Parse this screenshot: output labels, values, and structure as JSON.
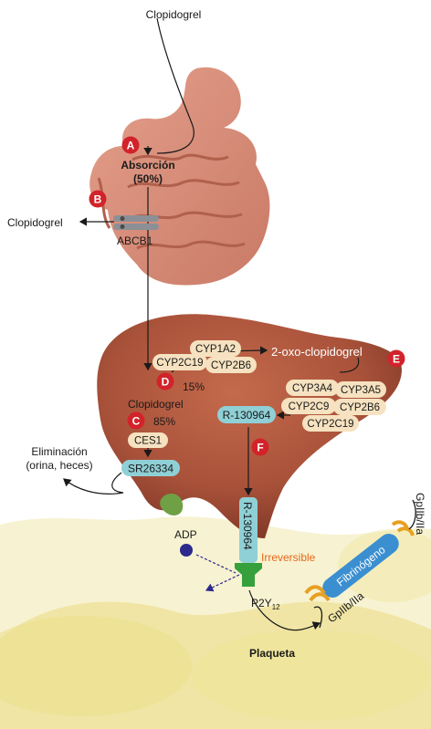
{
  "top_label": "Clopidogrel",
  "steps": {
    "a": "A",
    "b": "B",
    "c": "C",
    "d": "D",
    "e": "E",
    "f": "F"
  },
  "absorption": {
    "line1": "Absorción",
    "line2": "(50%)"
  },
  "efflux": {
    "drug": "Clopidogrel",
    "transporter": "ABCB1"
  },
  "liver": {
    "path_d_enzymes": [
      "CYP1A2",
      "CYP2C19",
      "CYP2B6"
    ],
    "path_d_percent": "15%",
    "intermediate": "2-oxo-clopidogrel",
    "path_e_enzymes": [
      "CYP3A4",
      "CYP3A5",
      "CYP2C9",
      "CYP2B6",
      "CYP2C19"
    ],
    "active_metabolite": "R-130964",
    "drug": "Clopidogrel",
    "path_c_percent": "85%",
    "esterase": "CES1",
    "inactive_metabolite": "SR26334"
  },
  "elimination": {
    "line1": "Eliminación",
    "line2": "(orina, heces)"
  },
  "platelet": {
    "receptor_ligand": "R-130964",
    "adp": "ADP",
    "irreversible": "Irreversible",
    "receptor_base": "P2Y",
    "receptor_sub": "12",
    "fibrinogen": "Fibrinógeno",
    "gp_right": "GpIIb/IIa",
    "gp_bottom": "GpIIb/IIa",
    "cell": "Plaqueta"
  },
  "colors": {
    "step_red": "#d2232a",
    "enzyme_fill": "#f6e2c0",
    "metabolite_fill": "#8fd0d6",
    "receptor_green": "#36a03c",
    "irreversible_orange": "#e8671c",
    "adp_blue": "#2c2a8c",
    "fibrinogen_blue": "#3b8fd0",
    "liver": "#a9523a",
    "intestine": "#d98b76",
    "platelet": "#f2e8a8"
  }
}
